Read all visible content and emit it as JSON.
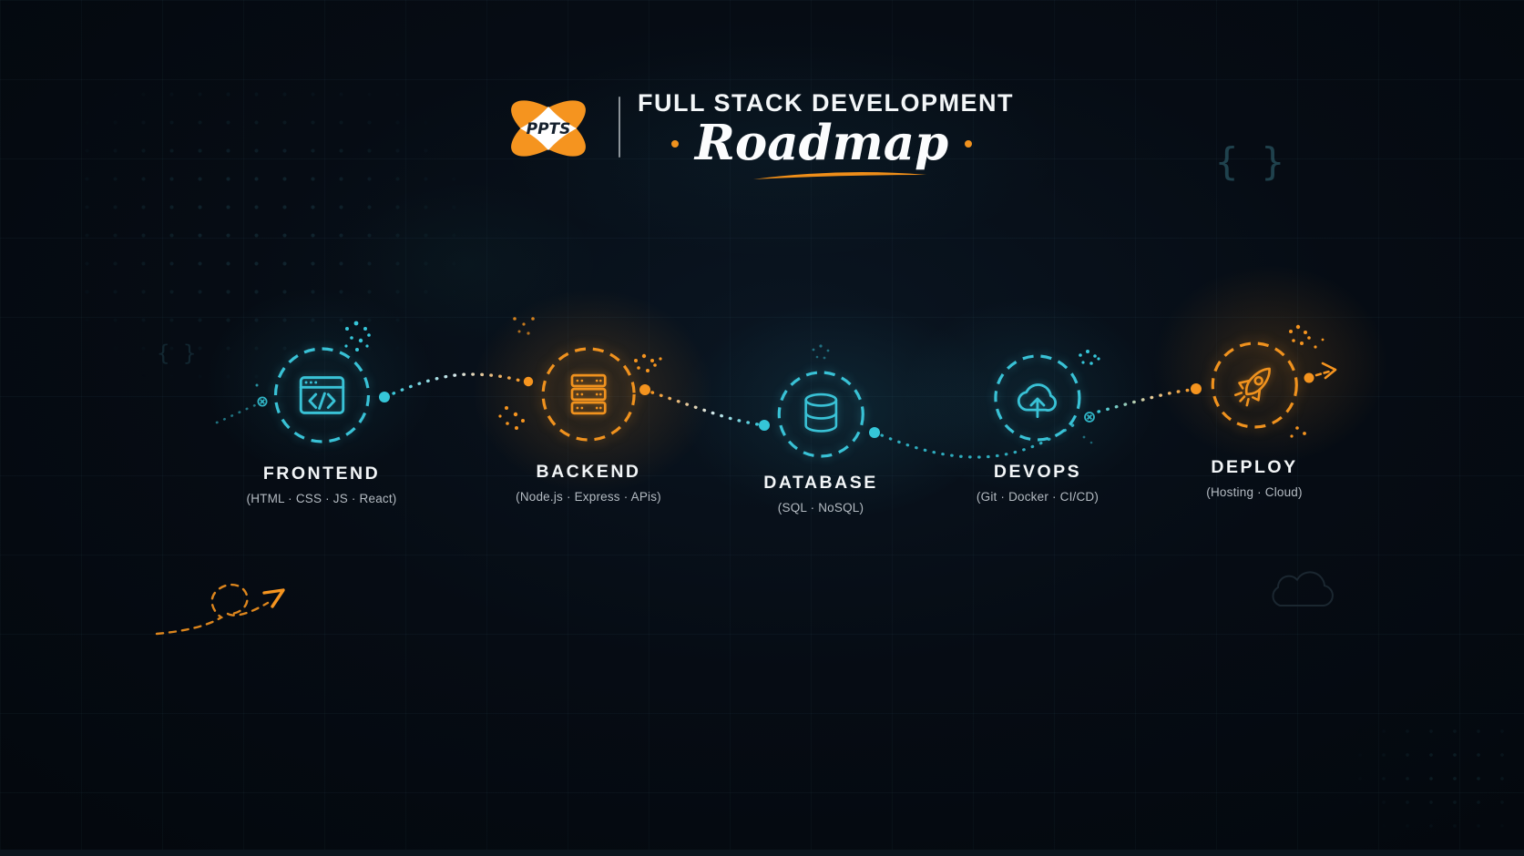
{
  "header": {
    "logo_text": "PPTS",
    "title": "FULL STACK DEVELOPMENT",
    "script_title": "Roadmap"
  },
  "stages": [
    {
      "label": "FRONTEND",
      "subtitle": "(HTML · CSS · JS · React)",
      "icon": "code-window-icon",
      "theme": "teal"
    },
    {
      "label": "BACKEND",
      "subtitle": "(Node.js · Express · APis)",
      "icon": "server-stack-icon",
      "theme": "orange"
    },
    {
      "label": "DATABASE",
      "subtitle": "(SQL · NoSQL)",
      "icon": "database-cylinder-icon",
      "theme": "teal"
    },
    {
      "label": "DEVOPS",
      "subtitle": "(Git · Docker · CI/CD)",
      "icon": "cloud-upload-icon",
      "theme": "teal"
    },
    {
      "label": "DEPLOY",
      "subtitle": "(Hosting · Cloud)",
      "icon": "rocket-icon",
      "theme": "orange"
    }
  ],
  "decorations": {
    "braces": "{ }",
    "braces_small": "{ }"
  },
  "colors": {
    "background": "#060c14",
    "teal": "#39c2d6",
    "orange": "#f0921e",
    "heading": "#f2f5f7",
    "subtext": "#b4bbc2",
    "logo_orange": "#f5941f"
  }
}
